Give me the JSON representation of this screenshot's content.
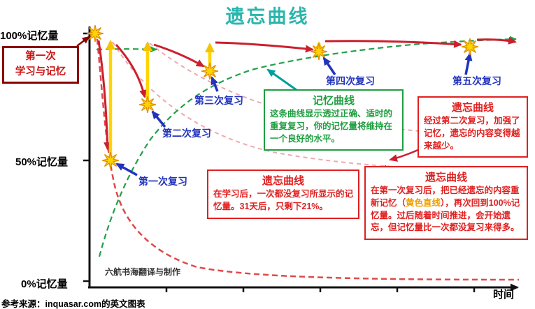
{
  "title": "遗忘曲线",
  "footer_source": "参考来源：inquasar.com的英文图表",
  "credit": "六航书海翻译与制作",
  "axis": {
    "y_100": "100%记忆量",
    "y_50": "50%记忆量",
    "y_0": "0%记忆量",
    "x_label": "时间"
  },
  "first_learning_box": {
    "line1": "第一次",
    "line2": "学习与记忆"
  },
  "review_labels": [
    "第一次复习",
    "第二次复习",
    "第三次复习",
    "第四次复习",
    "第五次复习"
  ],
  "memory_curve_box": {
    "title": "记忆曲线",
    "body": "这条曲线显示透过正确、适时的重复复习，你的记忆量将维持在一个良好的水平。"
  },
  "forgetting_no_review_box": {
    "title": "遗忘曲线",
    "body": "在学习后，一次都没复习所显示的记忆量。31天后，只剩下21%。"
  },
  "forgetting_after_second_box": {
    "title": "遗忘曲线",
    "body": "经过第二次复习，加强了记忆，遗忘的内容变得越来越少。"
  },
  "forgetting_after_first_box": {
    "title": "遗忘曲线",
    "body_pre": "在第一次复习后，把已经遗忘的内容重新记忆（",
    "body_highlight": "黄色直线",
    "body_post": "），再次回到100%记忆量。过后随着时间推进，会开始遗忘，但记忆量比一次都没复习来得多。"
  },
  "colors": {
    "title_teal": "#2ab5ad",
    "forgetting_red": "#cc1f2e",
    "memory_green": "#22a04a",
    "review_blue": "#2233bb",
    "relearn_yellow": "#ffd400",
    "highlight_orange": "#f0a000",
    "faded_pink": "#f0a8b0",
    "box_darkred": "#8b0000"
  }
}
